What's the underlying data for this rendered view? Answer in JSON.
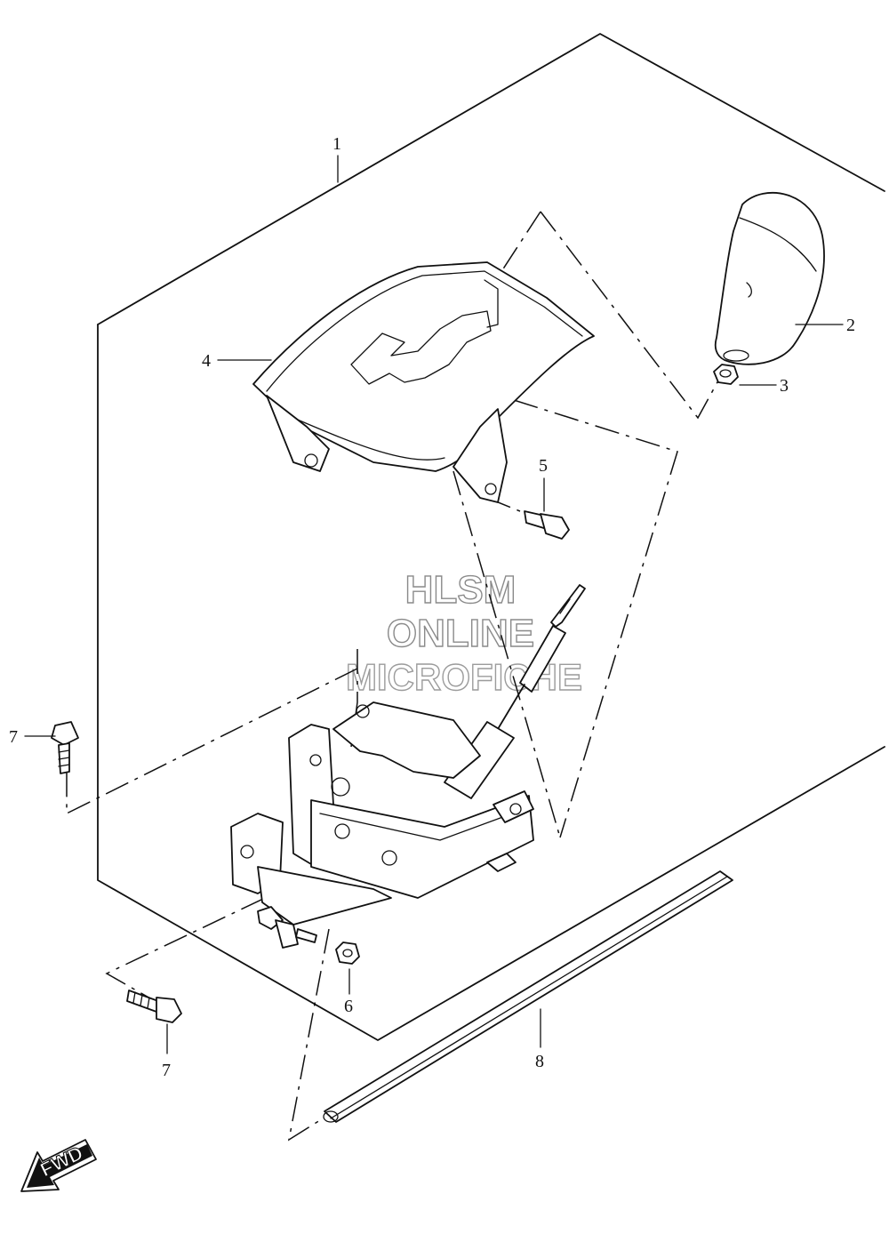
{
  "callouts": [
    {
      "id": "callout-1",
      "number": "1"
    },
    {
      "id": "callout-2",
      "number": "2"
    },
    {
      "id": "callout-3",
      "number": "3"
    },
    {
      "id": "callout-4",
      "number": "4"
    },
    {
      "id": "callout-5",
      "number": "5"
    },
    {
      "id": "callout-6",
      "number": "6"
    },
    {
      "id": "callout-7a",
      "number": "7"
    },
    {
      "id": "callout-7b",
      "number": "7"
    },
    {
      "id": "callout-8",
      "number": "8"
    }
  ],
  "watermark": {
    "line1": "HLSM",
    "line2": "ONLINE",
    "line3": "MICROFICHE"
  },
  "direction_arrow": {
    "label": "FWD"
  }
}
